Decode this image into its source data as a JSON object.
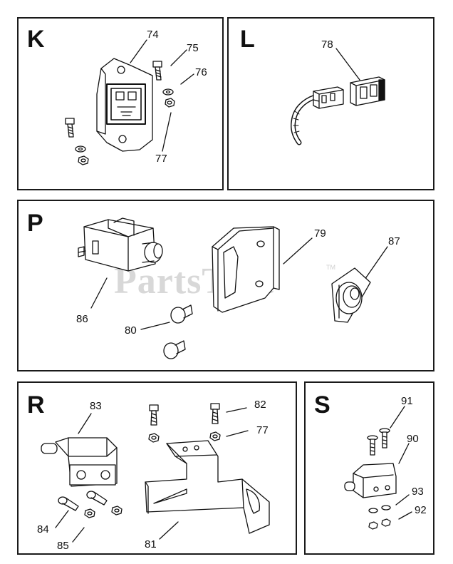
{
  "watermark": {
    "text": "PartsTree",
    "tm": "TM"
  },
  "panels": {
    "K": {
      "letter": "K",
      "callouts": {
        "74": "74",
        "75": "75",
        "76": "76",
        "77": "77"
      }
    },
    "L": {
      "letter": "L",
      "callouts": {
        "78": "78"
      }
    },
    "P": {
      "letter": "P",
      "callouts": {
        "79": "79",
        "80": "80",
        "86": "86",
        "87": "87"
      }
    },
    "R": {
      "letter": "R",
      "callouts": {
        "81": "81",
        "82": "82",
        "83": "83",
        "84": "84",
        "85": "85",
        "77": "77"
      }
    },
    "S": {
      "letter": "S",
      "callouts": {
        "90": "90",
        "91": "91",
        "92": "92",
        "93": "93"
      }
    }
  }
}
